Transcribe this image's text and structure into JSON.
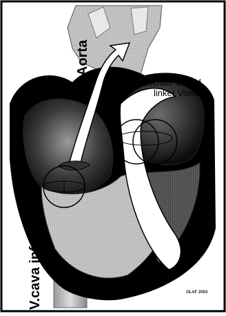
{
  "labels": {
    "aorta": "Aorta",
    "rechter_vorhof": "rechter Vorhof",
    "linker_vorhof": "linker Vorhof",
    "vena_cava": "V.cava inf.",
    "credit": "OLAF 2003"
  }
}
